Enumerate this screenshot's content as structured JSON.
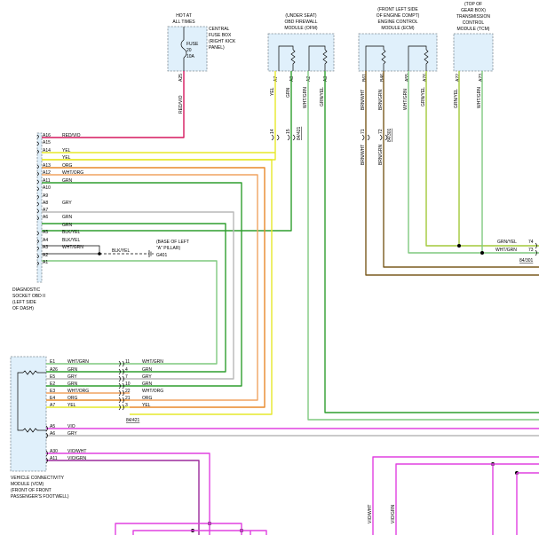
{
  "modules": {
    "fuse_box": {
      "hot_note": [
        "HOT AT",
        "ALL TIMES"
      ],
      "label": [
        "CENTRAL",
        "FUSE BOX",
        "(RIGHT KICK",
        "PANEL)"
      ],
      "fuse": [
        "FUSE",
        "20",
        "10A"
      ],
      "pin": "A25"
    },
    "ofm": {
      "label": [
        "(UNDER SEAT)",
        "OBD FIREWALL",
        "MODULE (OFM)"
      ],
      "pins": [
        "A7",
        "A8",
        "A2",
        "A3"
      ]
    },
    "ecm": {
      "label": [
        "(FRONT LEFT SIDE",
        "OF ENGINE COMPT)",
        "ENGINE CONTROL",
        "MODULE (ECM)"
      ],
      "pins": [
        "B61",
        "B46",
        "A55",
        "A76"
      ]
    },
    "tcm": {
      "label": [
        "(TOP OF",
        "GEAR BOX)",
        "TRANSMISSION",
        "CONTROL",
        "MODULE (TCM)"
      ],
      "pins": [
        "A22",
        "A23"
      ]
    },
    "obd": {
      "label": [
        "DIAGNOSTIC",
        "SOCKET OBD II",
        "(LEFT SIDE",
        "OF DASH)"
      ]
    },
    "vcm": {
      "label": [
        "VEHICLE CONNECTIVITY",
        "MODULE (VCM)",
        "(FRONT OF FRONT",
        "PASSENGER'S FOOTWELL)"
      ]
    },
    "ground": {
      "label": [
        "(BASE OF LEFT",
        "\"A\" PILLAR)"
      ],
      "id": "G401"
    }
  },
  "upper_wires": {
    "a25": "RED/VIO",
    "a7": "YEL",
    "a8": "GRN",
    "a2": "WHT/GRN",
    "a3": "GRN/YEL"
  },
  "ecm_wires": {
    "b61": "BRN/WHT",
    "b46": "BRN/GRN",
    "a55": "WHT/GRN",
    "a76": "GRN/YEL",
    "b61_lower": "BRN/WHT",
    "b46_lower": "BRN/GRN"
  },
  "tcm_wires": {
    "a22": "GRN/YEL",
    "a23": "WHT/GRN"
  },
  "connectors": {
    "ofm_left": "14",
    "ofm_right": "15",
    "ofm_name": "84/421",
    "ecm_left": "71",
    "ecm_right": "72",
    "ecm_name": "84/301",
    "right_74": "74",
    "right_73": "73",
    "right_name": "84/301",
    "right_wire_74": "GRN/YEL",
    "right_wire_73": "WHT/GRN",
    "vcm_name": "84/421"
  },
  "obd_pins": [
    {
      "pin": "A16",
      "wire": "RED/VIO"
    },
    {
      "pin": "A15",
      "wire": ""
    },
    {
      "pin": "A14",
      "wire": "YEL"
    },
    {
      "pin": "",
      "wire": "YEL"
    },
    {
      "pin": "A13",
      "wire": "ORG"
    },
    {
      "pin": "A12",
      "wire": "WHT/ORG"
    },
    {
      "pin": "A11",
      "wire": "GRN"
    },
    {
      "pin": "A10",
      "wire": ""
    },
    {
      "pin": "A9",
      "wire": ""
    },
    {
      "pin": "A8",
      "wire": "GRY"
    },
    {
      "pin": "A7",
      "wire": ""
    },
    {
      "pin": "A6",
      "wire": "GRN"
    },
    {
      "pin": "",
      "wire": "GRN"
    },
    {
      "pin": "A5",
      "wire": "BLK/YEL"
    },
    {
      "pin": "A4",
      "wire": "BLK/YEL"
    },
    {
      "pin": "A3",
      "wire": "WHT/GRN"
    },
    {
      "pin": "A2",
      "wire": ""
    },
    {
      "pin": "A1",
      "wire": ""
    }
  ],
  "ground_wire": "BLK/YEL",
  "vcm_pins": [
    {
      "pin": "E1",
      "wire": "WHT/GRN",
      "cav": "11",
      "out": "WHT/GRN"
    },
    {
      "pin": "A26",
      "wire": "GRN",
      "cav": "4",
      "out": "GRN"
    },
    {
      "pin": "E5",
      "wire": "GRY",
      "cav": "7",
      "out": "GRY"
    },
    {
      "pin": "E2",
      "wire": "GRN",
      "cav": "10",
      "out": "GRN"
    },
    {
      "pin": "E3",
      "wire": "WHT/ORG",
      "cav": "22",
      "out": "WHT/ORG"
    },
    {
      "pin": "E4",
      "wire": "ORG",
      "cav": "21",
      "out": "ORG"
    },
    {
      "pin": "A7",
      "wire": "YEL",
      "cav": "3",
      "out": "YEL"
    }
  ],
  "vcm_lower": [
    {
      "pin": "A5",
      "wire": "VIO"
    },
    {
      "pin": "A6",
      "wire": "GRY"
    },
    {
      "pin": "A30",
      "wire": "VIO/WHT"
    },
    {
      "pin": "A11",
      "wire": "VIO/GRN"
    }
  ],
  "bottom_wires": {
    "left": "VIO/WHT",
    "right": "VIO/GRN"
  },
  "colors": {
    "red_vio": "#d6195f",
    "yel": "#e6e82a",
    "grn": "#2f9e2f",
    "wht_grn": "#7fc97f",
    "grn_yel": "#a3c93a",
    "org": "#e8882a",
    "wht_org": "#f0a460",
    "gry": "#b8b8b8",
    "brn": "#7a5a1e",
    "vio": "#e040e0",
    "vio_dark": "#9b2a9b",
    "blk": "#000000"
  }
}
